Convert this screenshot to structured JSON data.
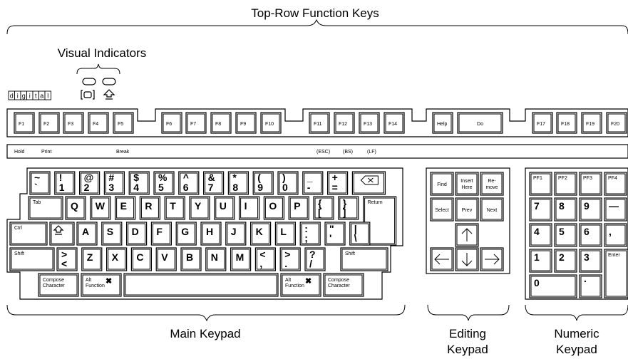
{
  "labels": {
    "top_row_function_keys": "Top-Row Function Keys",
    "visual_indicators": "Visual Indicators",
    "main_keypad": "Main Keypad",
    "editing_keypad": [
      "Editing",
      "Keypad"
    ],
    "numeric_keypad": [
      "Numeric",
      "Keypad"
    ],
    "brand": "digital"
  },
  "function_keys": [
    "F1",
    "F2",
    "F3",
    "F4",
    "F5",
    "F6",
    "F7",
    "F8",
    "F9",
    "F10",
    "F11",
    "F12",
    "F13",
    "F14",
    "Help",
    "Do",
    "F17",
    "F18",
    "F19",
    "F20"
  ],
  "legend_strip": {
    "hold": "Hold",
    "print": "Print",
    "break": "Break",
    "esc": "(ESC)",
    "bs": "(BS)",
    "lf": "(LF)"
  },
  "main_rows": {
    "row1": [
      {
        "top": "~",
        "bottom": "`"
      },
      {
        "top": "!",
        "bottom": "1"
      },
      {
        "top": "@",
        "bottom": "2"
      },
      {
        "top": "#",
        "bottom": "3"
      },
      {
        "top": "$",
        "bottom": "4"
      },
      {
        "top": "%",
        "bottom": "5"
      },
      {
        "top": "^",
        "bottom": "6"
      },
      {
        "top": "&",
        "bottom": "7"
      },
      {
        "top": "*",
        "bottom": "8"
      },
      {
        "top": "(",
        "bottom": "9"
      },
      {
        "top": ")",
        "bottom": "0"
      },
      {
        "top": "_",
        "bottom": "-"
      },
      {
        "top": "+",
        "bottom": "="
      }
    ],
    "row2": [
      "Tab",
      "Q",
      "W",
      "E",
      "R",
      "T",
      "Y",
      "U",
      "I",
      "O",
      "P",
      [
        "{",
        "["
      ],
      [
        "}",
        "]"
      ],
      "Return"
    ],
    "row3": [
      "Ctrl",
      "Lock",
      "A",
      "S",
      "D",
      "F",
      "G",
      "H",
      "J",
      "K",
      "L",
      [
        ":",
        ";"
      ],
      [
        "\"",
        "'"
      ],
      [
        "|",
        "\\"
      ]
    ],
    "row4": [
      "Shift",
      [
        ">",
        "<"
      ],
      "Z",
      "X",
      "C",
      "V",
      "B",
      "N",
      "M",
      [
        "<",
        ","
      ],
      [
        ">",
        "."
      ],
      [
        "?",
        "/"
      ],
      "Shift"
    ],
    "row5": {
      "compose_left": [
        "Compose",
        "Character"
      ],
      "alt_left": [
        "Alt",
        "Function"
      ],
      "alt_right": [
        "Alt",
        "Function"
      ],
      "compose_right": [
        "Compose",
        "Character"
      ]
    }
  },
  "editing_keys": {
    "find": "Find",
    "insert_here": [
      "Insert",
      "Here"
    ],
    "remove": [
      "Re-",
      "move"
    ],
    "select": "Select",
    "prev": "Prev",
    "next": "Next"
  },
  "numeric_keys": {
    "pf": [
      "PF1",
      "PF2",
      "PF3",
      "PF4"
    ],
    "row2": [
      "7",
      "8",
      "9",
      "—"
    ],
    "row3": [
      "4",
      "5",
      "6",
      ","
    ],
    "row4": [
      "1",
      "2",
      "3"
    ],
    "enter": "Enter",
    "zero": "0",
    "dot": "."
  }
}
